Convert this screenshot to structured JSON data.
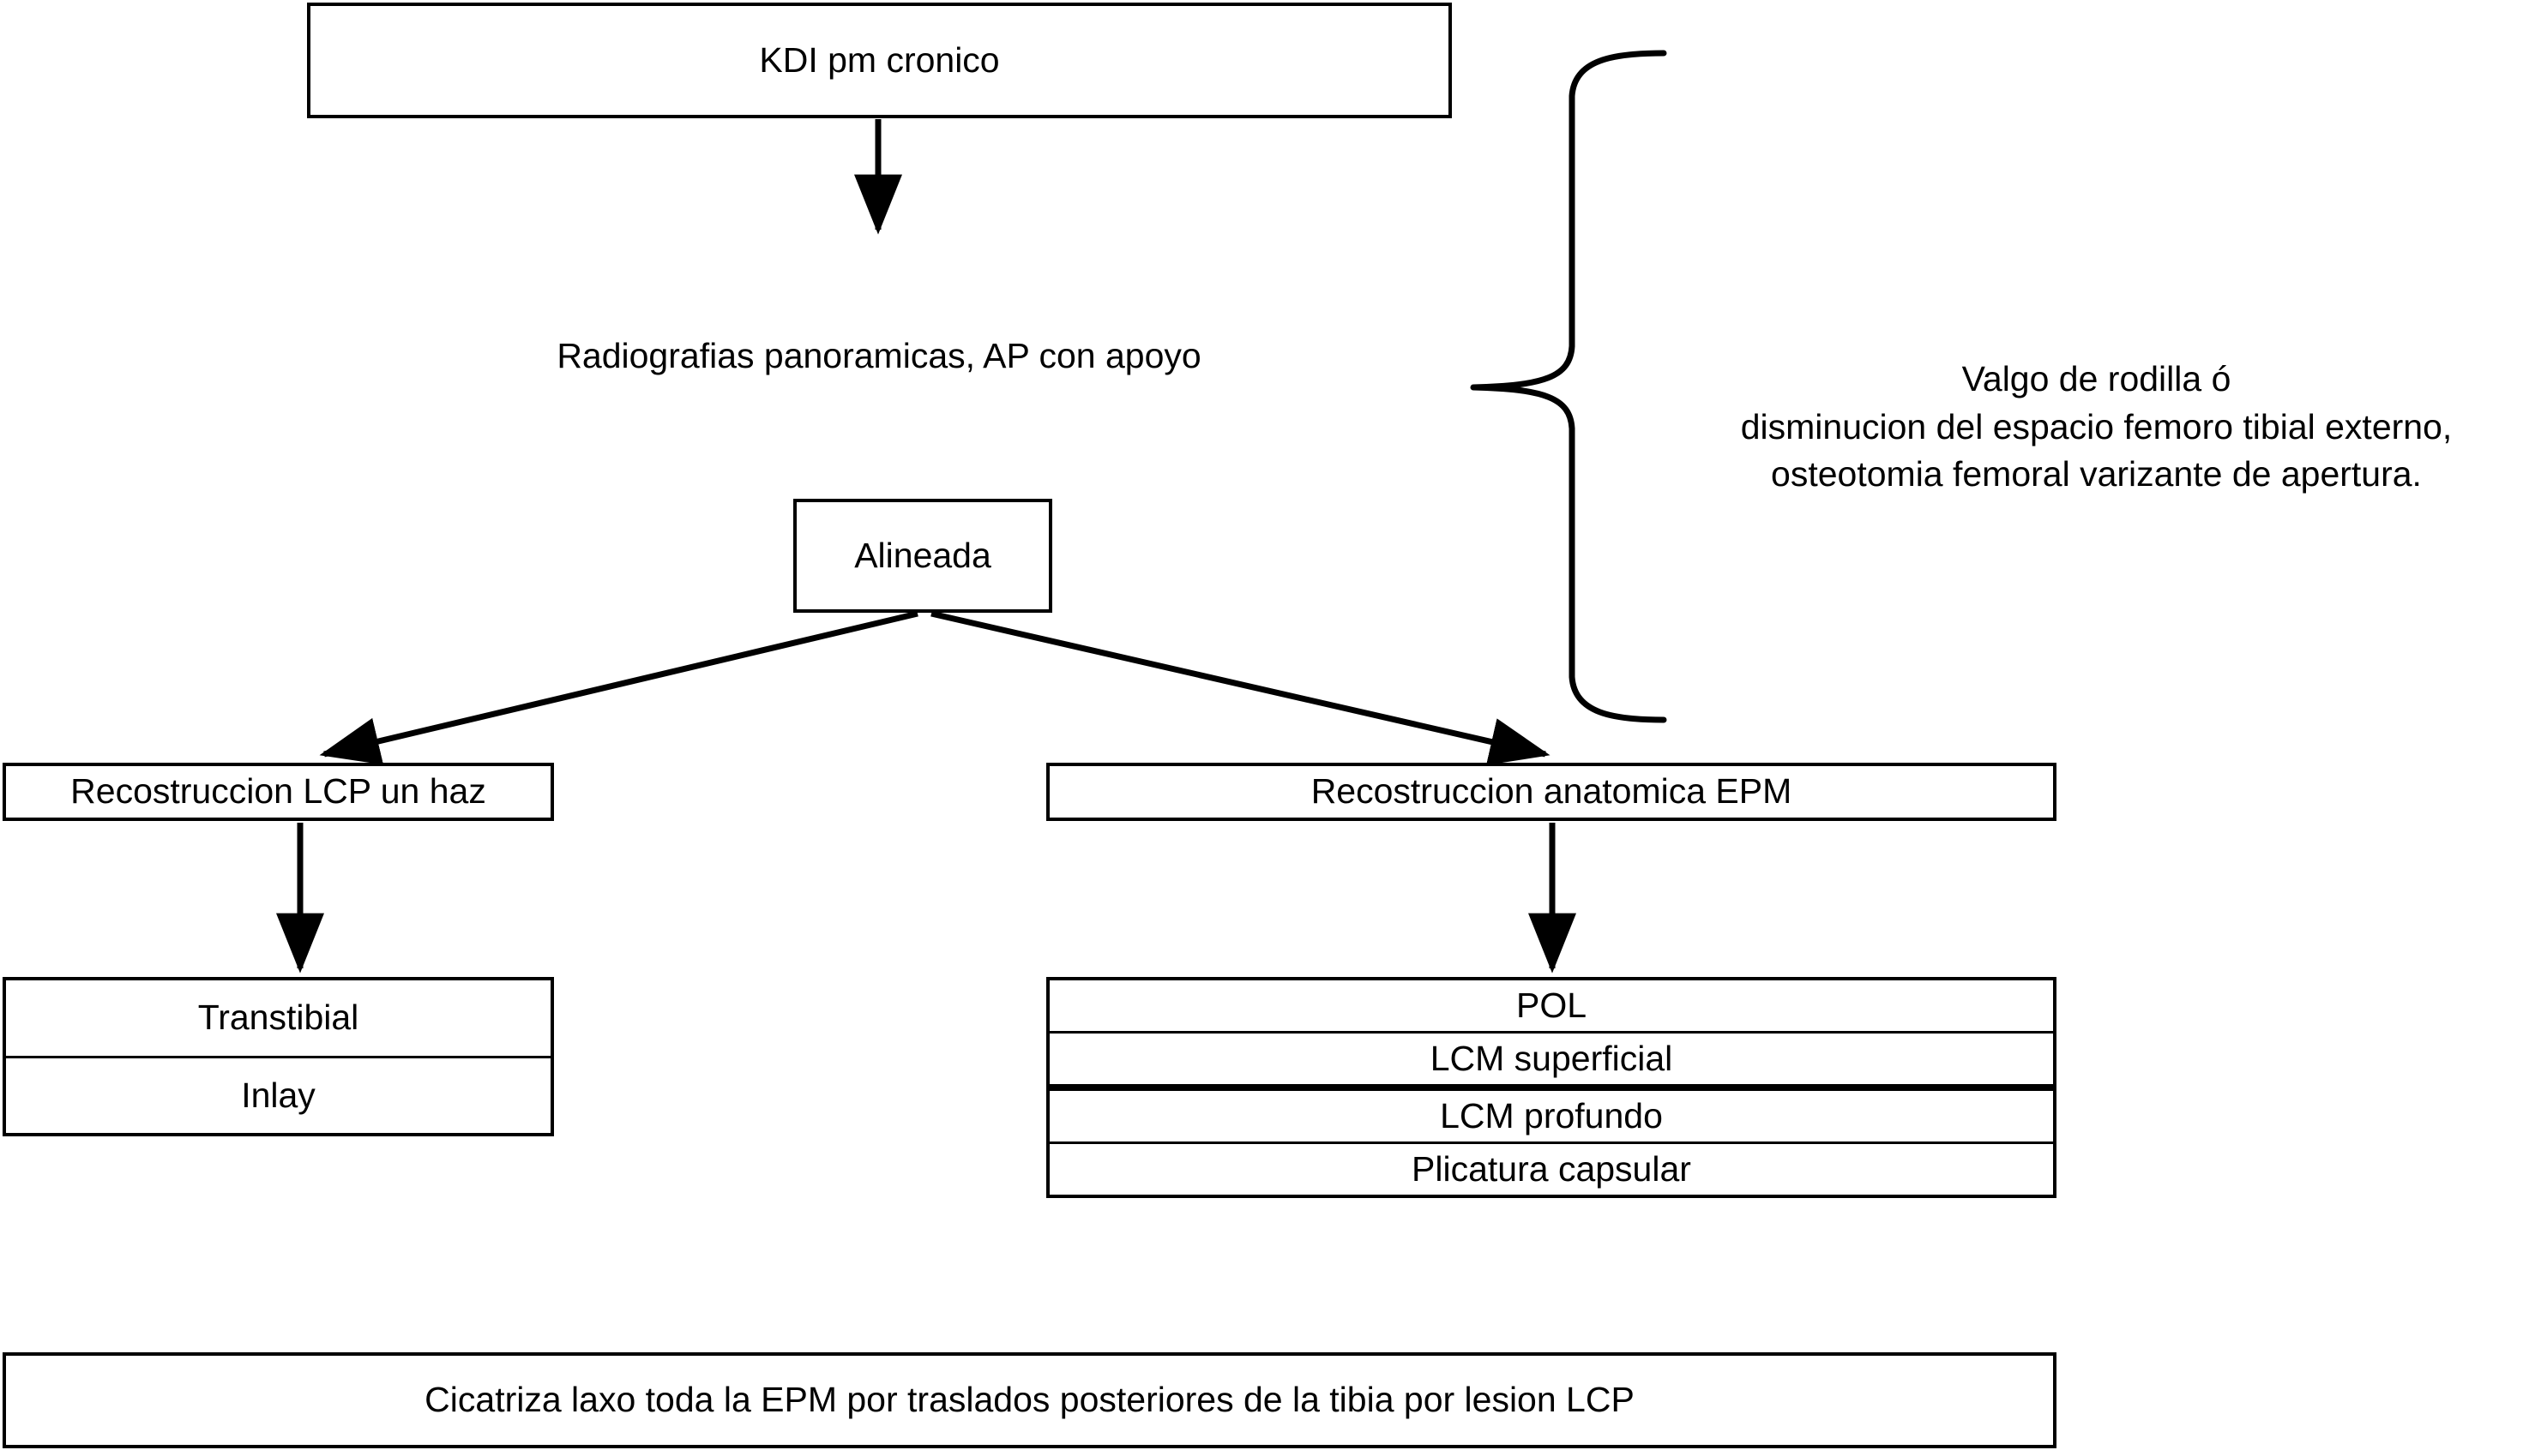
{
  "diagram": {
    "title_box": {
      "label": "KDI pm cronico"
    },
    "imaging_note": {
      "label": "Radiografias panoramicas, AP con apoyo"
    },
    "brace_note": {
      "line1": "Valgo de rodilla ó",
      "line2": "disminucion del espacio femoro tibial externo,",
      "line3": "osteotomia femoral varizante de apertura.",
      "full": "Valgo de rodilla ó\ndisminucion del espacio femoro tibial externo,\nosteotomia femoral varizante de apertura."
    },
    "alignment_box": {
      "label": "Alineada"
    },
    "left_branch": {
      "header": {
        "label": "Recostruccion LCP un haz"
      },
      "options": [
        {
          "label": "Transtibial"
        },
        {
          "label": "Inlay"
        }
      ]
    },
    "right_branch": {
      "header": {
        "label": "Recostruccion anatomica EPM"
      },
      "options": [
        {
          "label": "POL",
          "thick_divider_above": false
        },
        {
          "label": "LCM superficial",
          "thick_divider_above": false
        },
        {
          "label": "LCM profundo",
          "thick_divider_above": true
        },
        {
          "label": "Plicatura capsular",
          "thick_divider_above": false
        }
      ]
    },
    "footer_box": {
      "label": "Cicatriza laxo toda la EPM por traslados posteriores de la tibia por lesion LCP"
    },
    "colors": {
      "stroke": "#000000",
      "fill": "#ffffff",
      "text": "#000000"
    }
  }
}
